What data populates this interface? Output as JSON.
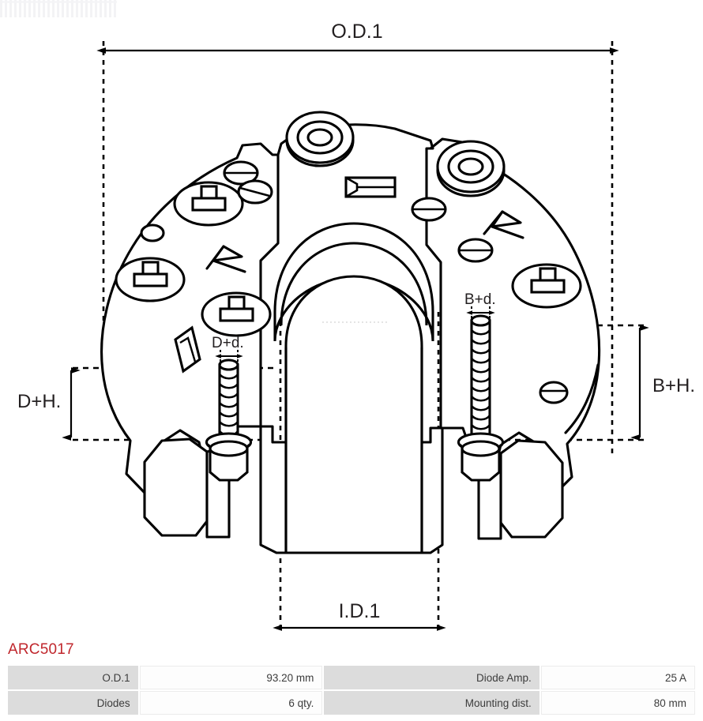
{
  "part_code": "ARC5017",
  "drawing": {
    "dimension_labels": {
      "od1": "O.D.1",
      "id1": "I.D.1",
      "d_plus_h": "D+H.",
      "b_plus_h": "B+H.",
      "d_plus_d": "D+d.",
      "b_plus_d": "B+d."
    }
  },
  "spec_table": {
    "rows": [
      {
        "label_left": "O.D.1",
        "value_left": "93.20 mm",
        "label_right": "Diode Amp.",
        "value_right": "25 A"
      },
      {
        "label_left": "Diodes",
        "value_left": "6 qty.",
        "label_right": "Mounting dist.",
        "value_right": "80 mm"
      }
    ]
  },
  "colors": {
    "accent": "#c0272d",
    "line": "#000000",
    "label_bg": "#dcdcdc",
    "value_bg": "#fdfdfd"
  }
}
